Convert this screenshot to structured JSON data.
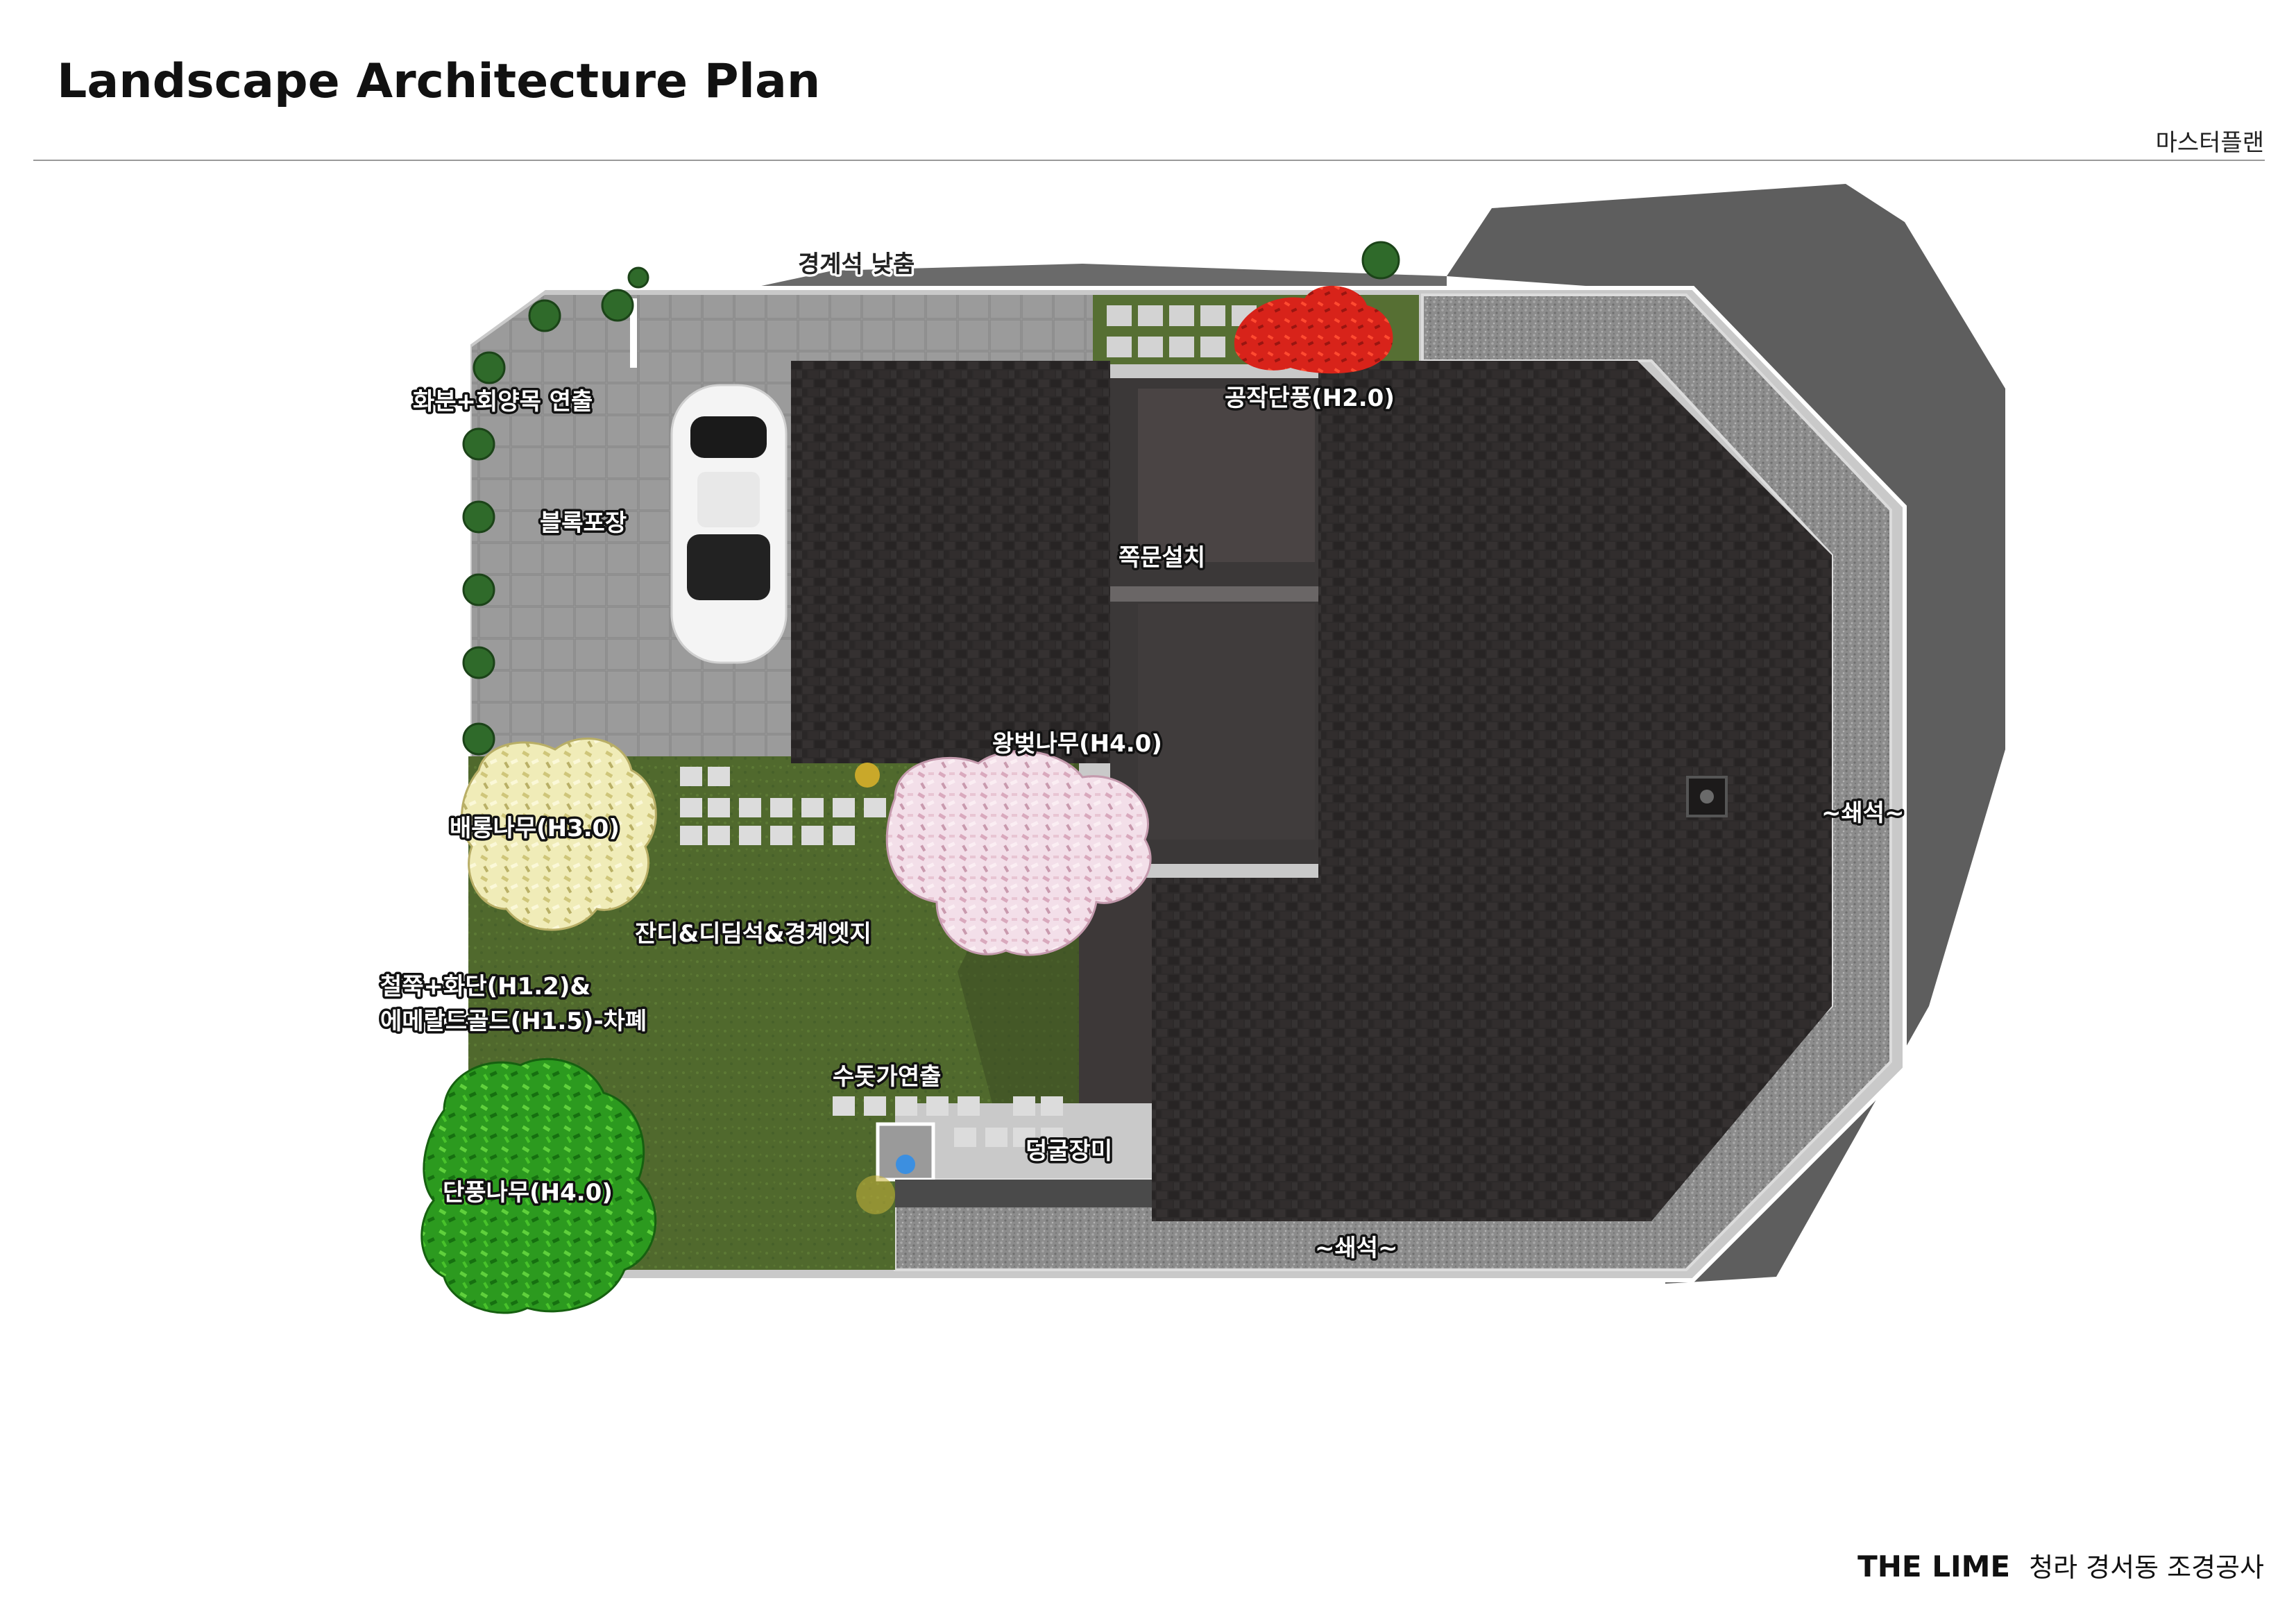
{
  "title": "Landscape Architecture Plan",
  "subtitle": "마스터플랜",
  "footer": {
    "brand": "THE LIME",
    "project": "청라 경서동 조경공사"
  },
  "labels": {
    "boundary_stone": "경계석 낮춤",
    "planter": "화분+회양목 연출",
    "block_paving": "블록포장",
    "maple_tree_red": "공작단풍(H2.0)",
    "side_gate": "쪽문설치",
    "cherry_tree": "왕벚나무(H4.0)",
    "pear_tree": "배롱나무(H3.0)",
    "lawn_stepping": "잔디&디딤석&경계엣지",
    "hedge_line1": "철쭉+화단(H1.2)&",
    "hedge_line2": "에메랄드골드(H1.5)-차폐",
    "water_feature": "수돗가연출",
    "climbing_rose": "덩굴장미",
    "maple_tree": "단풍나무(H4.0)",
    "gravel_right": "~쇄석~",
    "gravel_bottom": "~쇄석~"
  },
  "colors": {
    "roof": "#2a2727",
    "shadow": "#5f5f5f",
    "lawn": "#4f6a2c",
    "paving": "#9c9c9c",
    "gravel": "#8a8a8a",
    "cherry_blossom": "#f1d9e4",
    "pear_blossom": "#efeab0",
    "maple_green": "#2fa820",
    "maple_red": "#e0281a"
  }
}
